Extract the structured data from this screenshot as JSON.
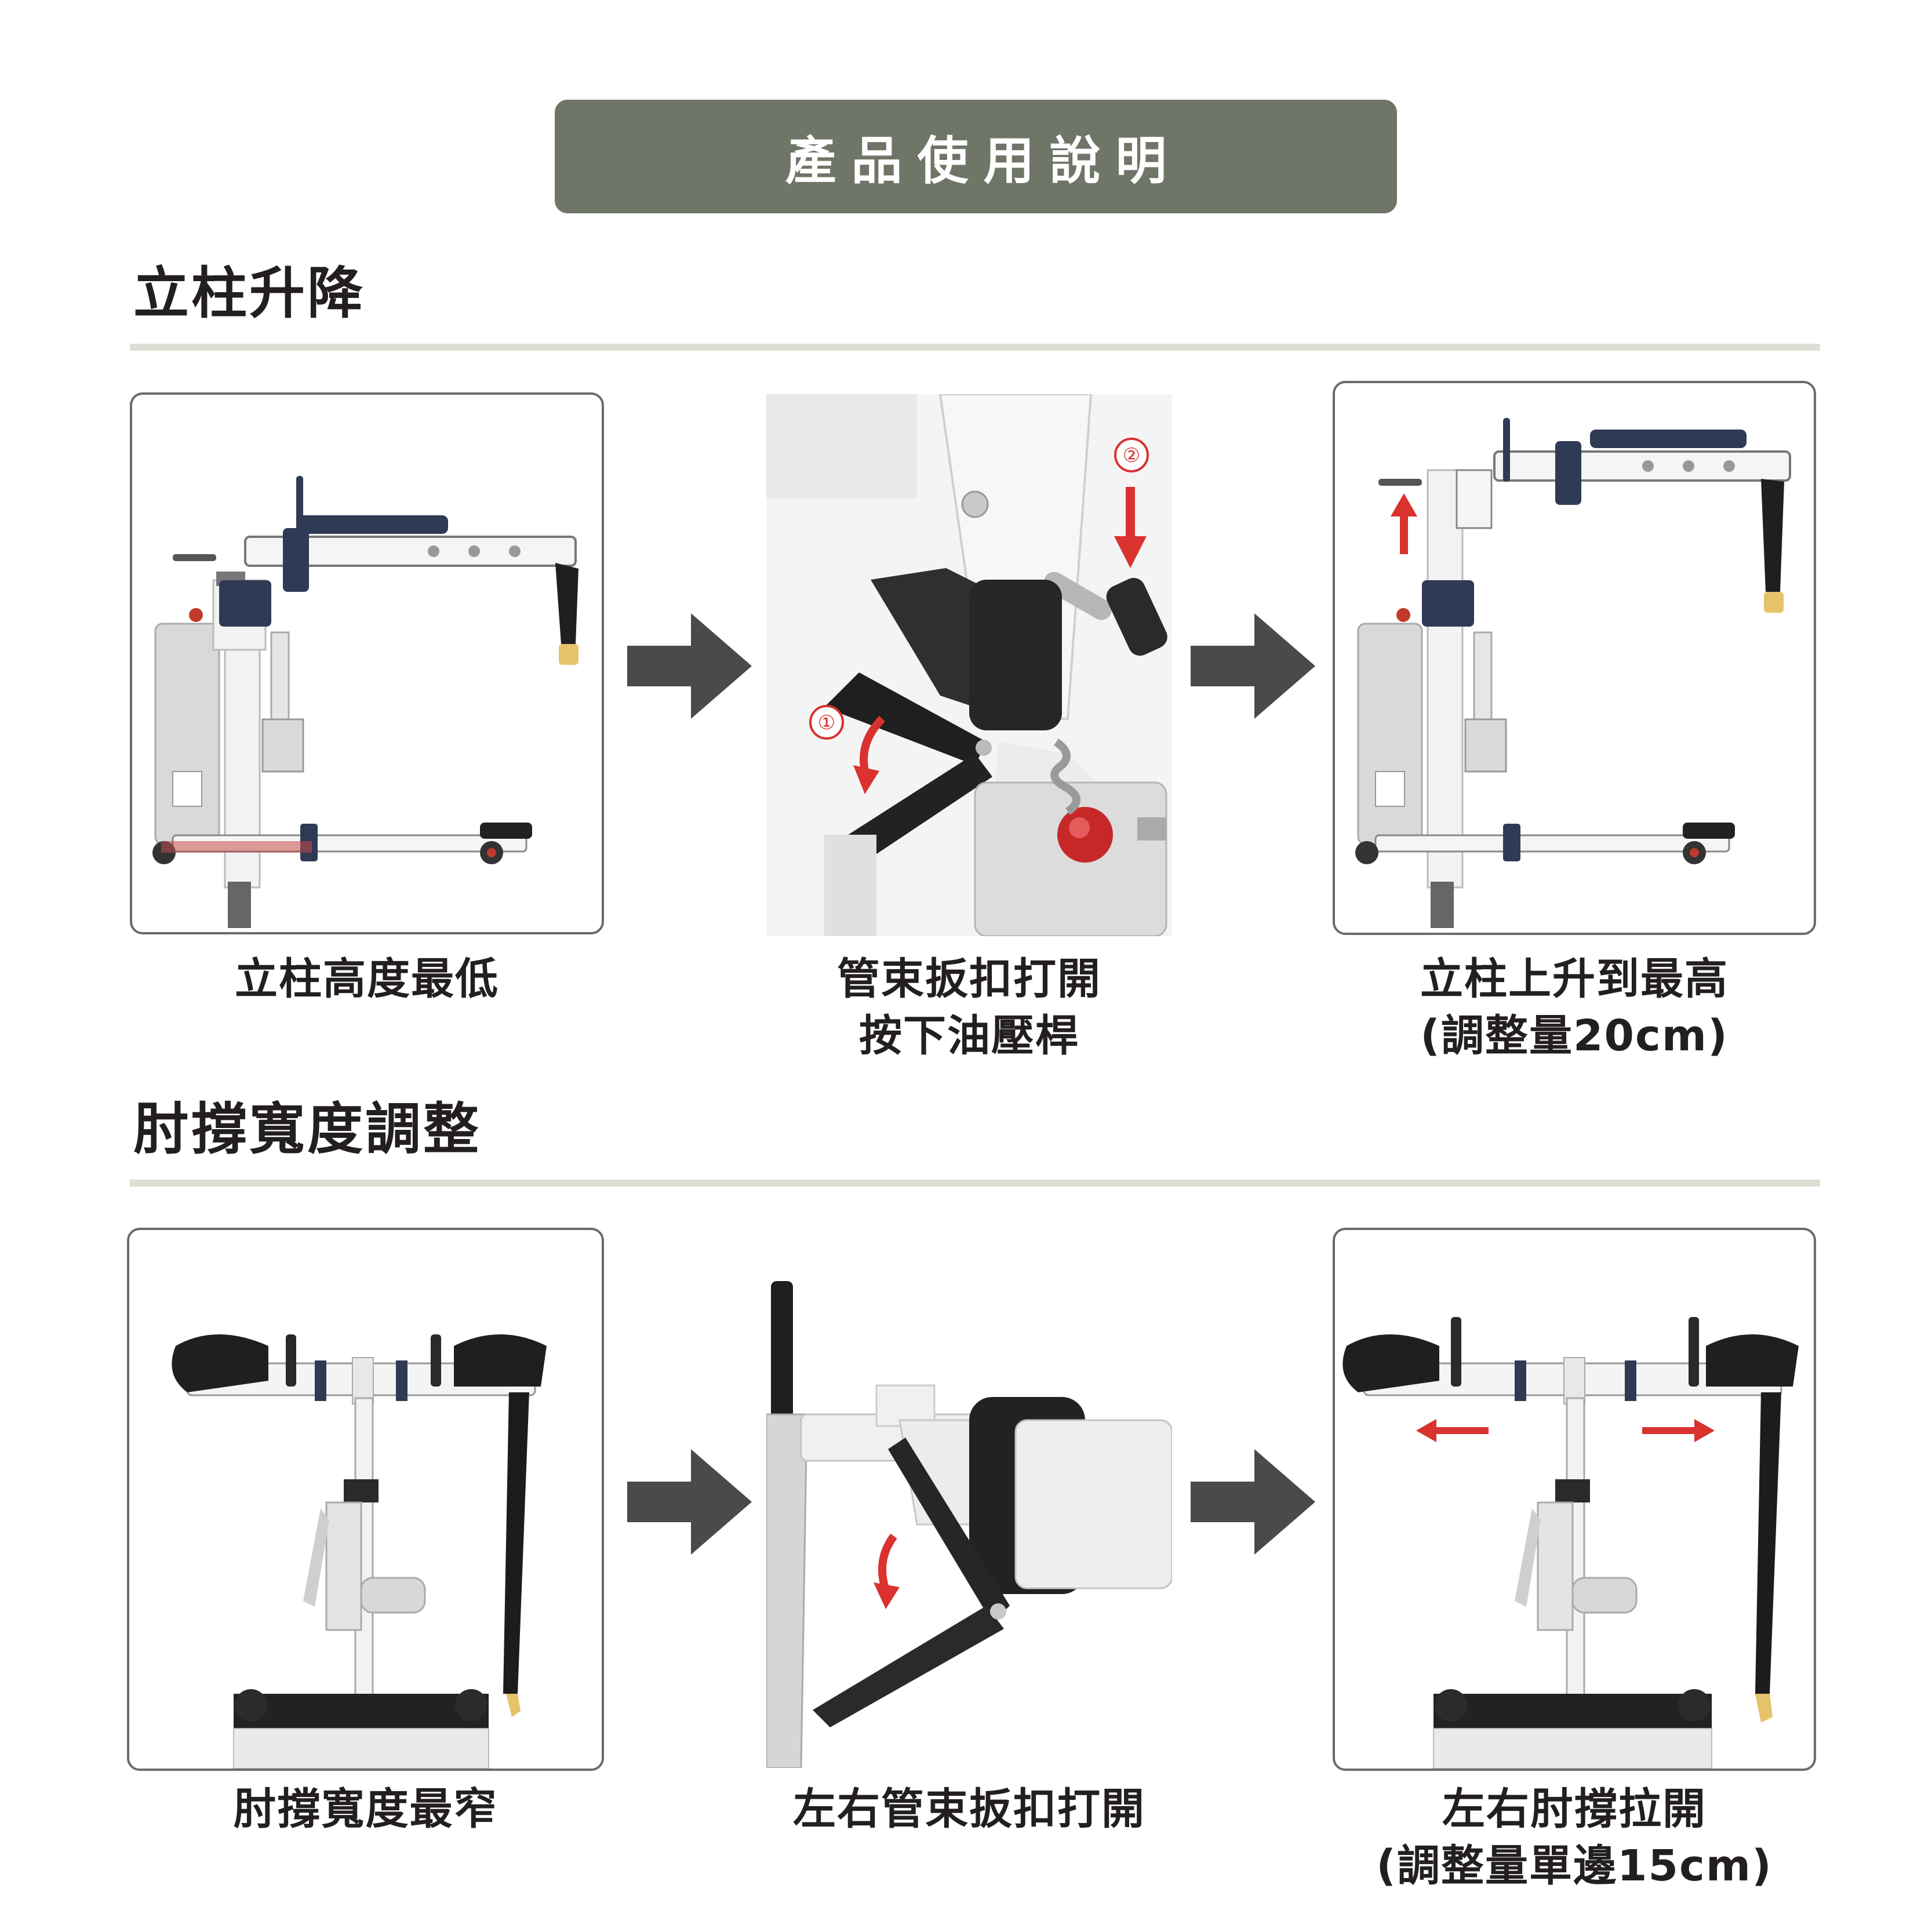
{
  "banner": {
    "title": "產品使用說明"
  },
  "sections": [
    {
      "title": "立柱升降",
      "steps": [
        {
          "caption": [
            "立柱高度最低"
          ]
        },
        {
          "caption": [
            "管束扳扣打開",
            "按下油壓桿"
          ],
          "markers": [
            "①",
            "②"
          ]
        },
        {
          "caption": [
            "立柱上升到最高",
            "(調整量20cm)"
          ]
        }
      ]
    },
    {
      "title": "肘撐寬度調整",
      "steps": [
        {
          "caption": [
            "肘撐寬度最窄"
          ]
        },
        {
          "caption": [
            "左右管束扳扣打開"
          ]
        },
        {
          "caption": [
            "左右肘撐拉開",
            "(調整量單邊15cm)"
          ]
        }
      ]
    }
  ],
  "colors": {
    "banner_bg": "#6f7567",
    "rule": "#dcdfd4",
    "arrow": "#4a4a4a",
    "red_indicator": "#e03a3a",
    "frame_border": "#6b6b6b"
  },
  "icons": [
    "right-arrow-icon",
    "red-up-arrow-icon",
    "red-down-arrow-icon",
    "red-curved-arrow-icon",
    "red-left-arrow-icon",
    "red-right-arrow-icon"
  ]
}
